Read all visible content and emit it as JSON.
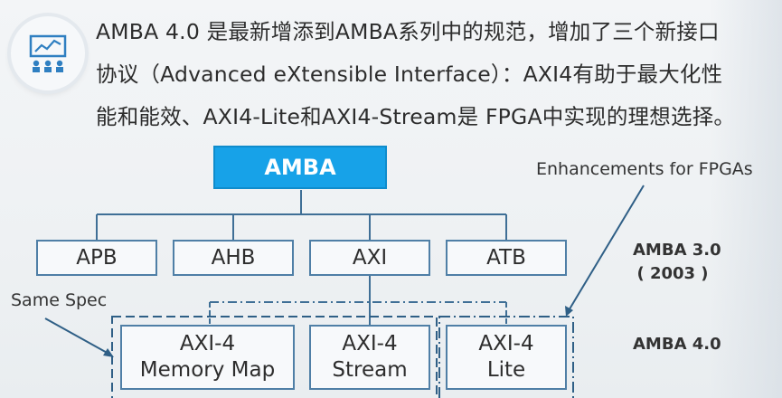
{
  "intro": {
    "lines": [
      "AMBA 4.0 是最新增添到AMBA系列中的规范，增加了三个新接口",
      "协议（Advanced eXtensible Interface）：AXI4有助于最大化性",
      "能和能效、AXI4-Lite和AXI4-Stream是 FPGA中实现的理想选择。"
    ]
  },
  "diagram": {
    "root": "AMBA",
    "level1": [
      "APB",
      "AHB",
      "AXI",
      "ATB"
    ],
    "level2": {
      "memory_map": [
        "AXI-4",
        "Memory Map"
      ],
      "stream": [
        "AXI-4",
        "Stream"
      ],
      "lite": [
        "AXI-4",
        "Lite"
      ]
    },
    "callouts": {
      "enhancements": "Enhancements for FPGAs",
      "same_spec": "Same Spec"
    },
    "versions": {
      "v3": "AMBA 3.0",
      "v3_year": "( 2003 )",
      "v4": "AMBA 4.0"
    },
    "colors": {
      "root_fill": "#17a2e8",
      "box_border": "#4f7fa6",
      "connector": "#3f6f96"
    }
  },
  "icons": {
    "header": "presentation-icon"
  }
}
